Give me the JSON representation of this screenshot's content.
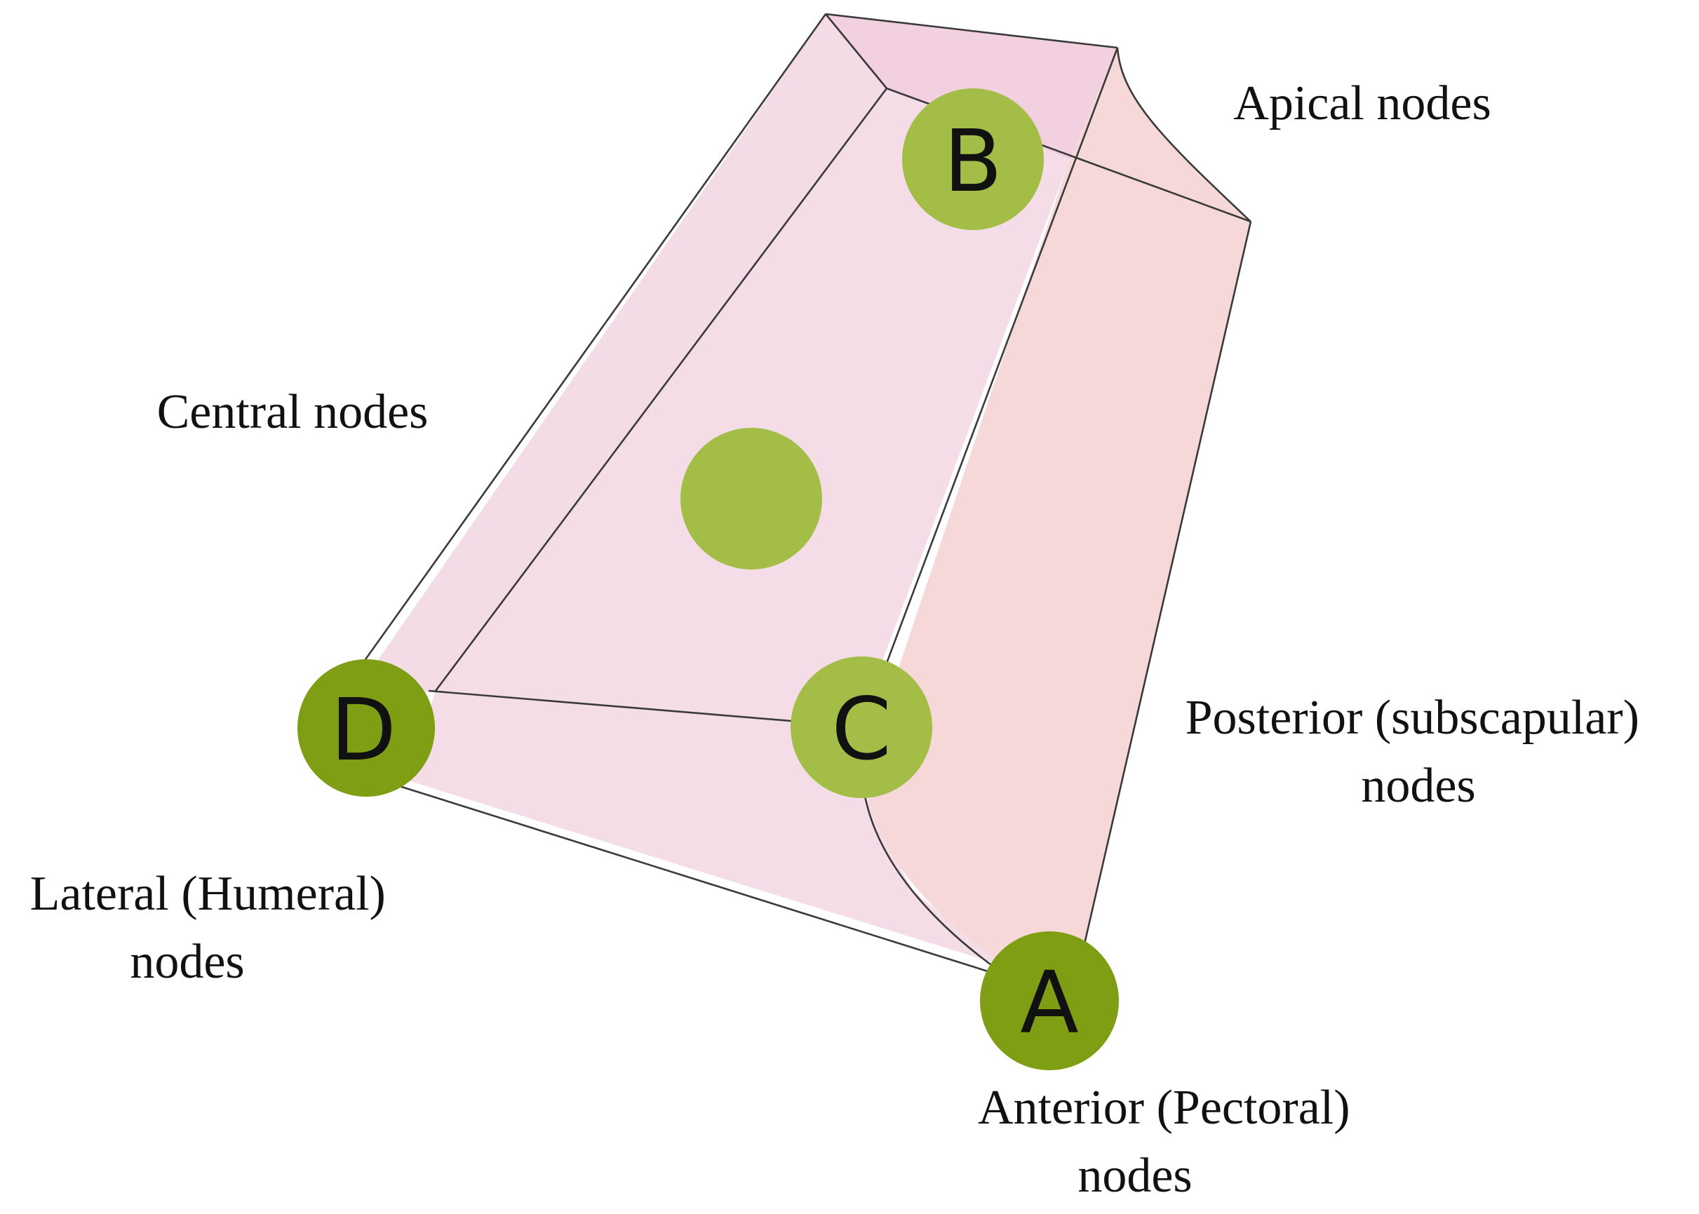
{
  "colors": {
    "front_face": "#f5dde8",
    "back_face": "#f4dce6",
    "top_face": "#f3d0df",
    "posterior_face": "#f6d8d8",
    "node_light": "#a3bd46",
    "node_dark": "#7f9e14",
    "edge": "#3a3a3a"
  },
  "nodes": {
    "a": {
      "letter": "A"
    },
    "b": {
      "letter": "B"
    },
    "c": {
      "letter": "C"
    },
    "d": {
      "letter": "D"
    },
    "central": {
      "letter": ""
    }
  },
  "labels": {
    "apical": [
      "Apical nodes"
    ],
    "central": [
      "Central nodes"
    ],
    "posterior": [
      "Posterior (subscapular)",
      "nodes"
    ],
    "lateral": [
      "Lateral (Humeral)",
      "nodes"
    ],
    "anterior": [
      "Anterior (Pectoral)",
      "nodes"
    ]
  }
}
